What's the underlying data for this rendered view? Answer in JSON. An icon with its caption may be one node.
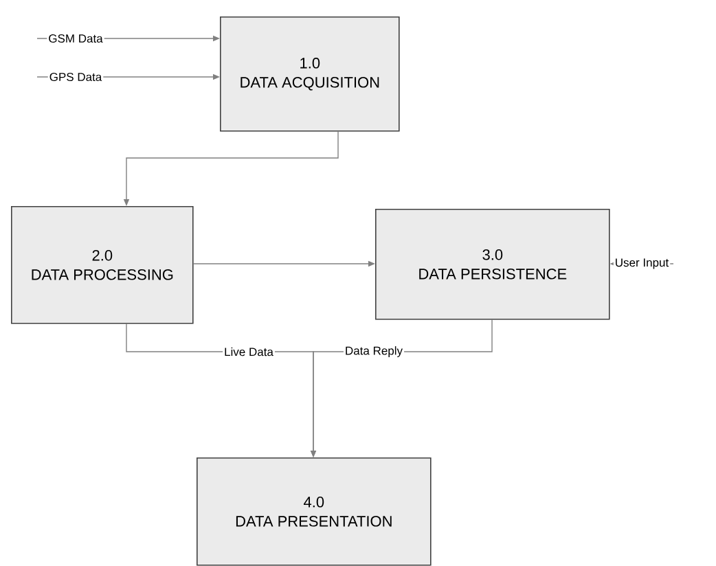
{
  "diagram": {
    "nodes": [
      {
        "text": [
          "1.0",
          "DATA ACQUISITION"
        ]
      },
      {
        "text": [
          "2.0",
          "DATA PROCESSING"
        ]
      },
      {
        "text": [
          "3.0",
          "DATA PERSISTENCE"
        ]
      },
      {
        "text": [
          "4.0",
          "DATA PRESENTATION"
        ]
      }
    ],
    "edges": [
      {
        "from": null,
        "to": 0,
        "arrow": "to",
        "label": "GSM Data"
      },
      {
        "from": null,
        "to": 0,
        "arrow": "to",
        "label": "GPS Data"
      },
      {
        "from": 0,
        "to": 1,
        "arrow": "to"
      },
      {
        "from": 1,
        "to": 2,
        "arrow": "to"
      },
      {
        "from": null,
        "to": 2,
        "arrow": "to",
        "label": "User Input"
      },
      {
        "from": 1,
        "to": 3,
        "arrow": "to",
        "label": "Live Data"
      },
      {
        "from": 2,
        "to": 3,
        "arrow": "to",
        "label": "Data Reply"
      }
    ]
  }
}
